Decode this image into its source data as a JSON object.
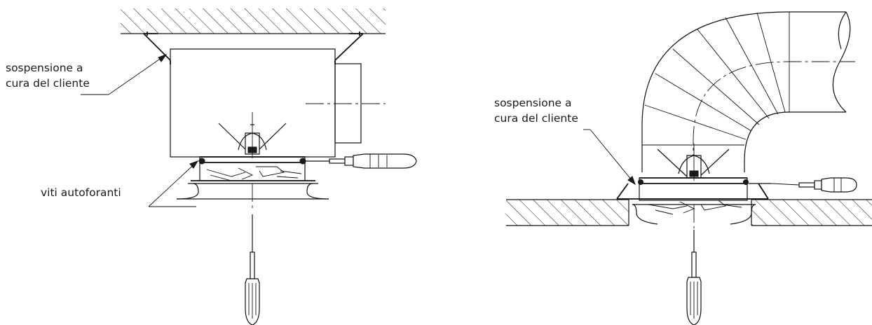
{
  "left_view": {
    "label_suspension": [
      "sospensione a",
      "cura del cliente"
    ],
    "label_screws": "viti autoforanti"
  },
  "right_view": {
    "label_suspension": [
      "sospensione a",
      "cura del cliente"
    ]
  }
}
